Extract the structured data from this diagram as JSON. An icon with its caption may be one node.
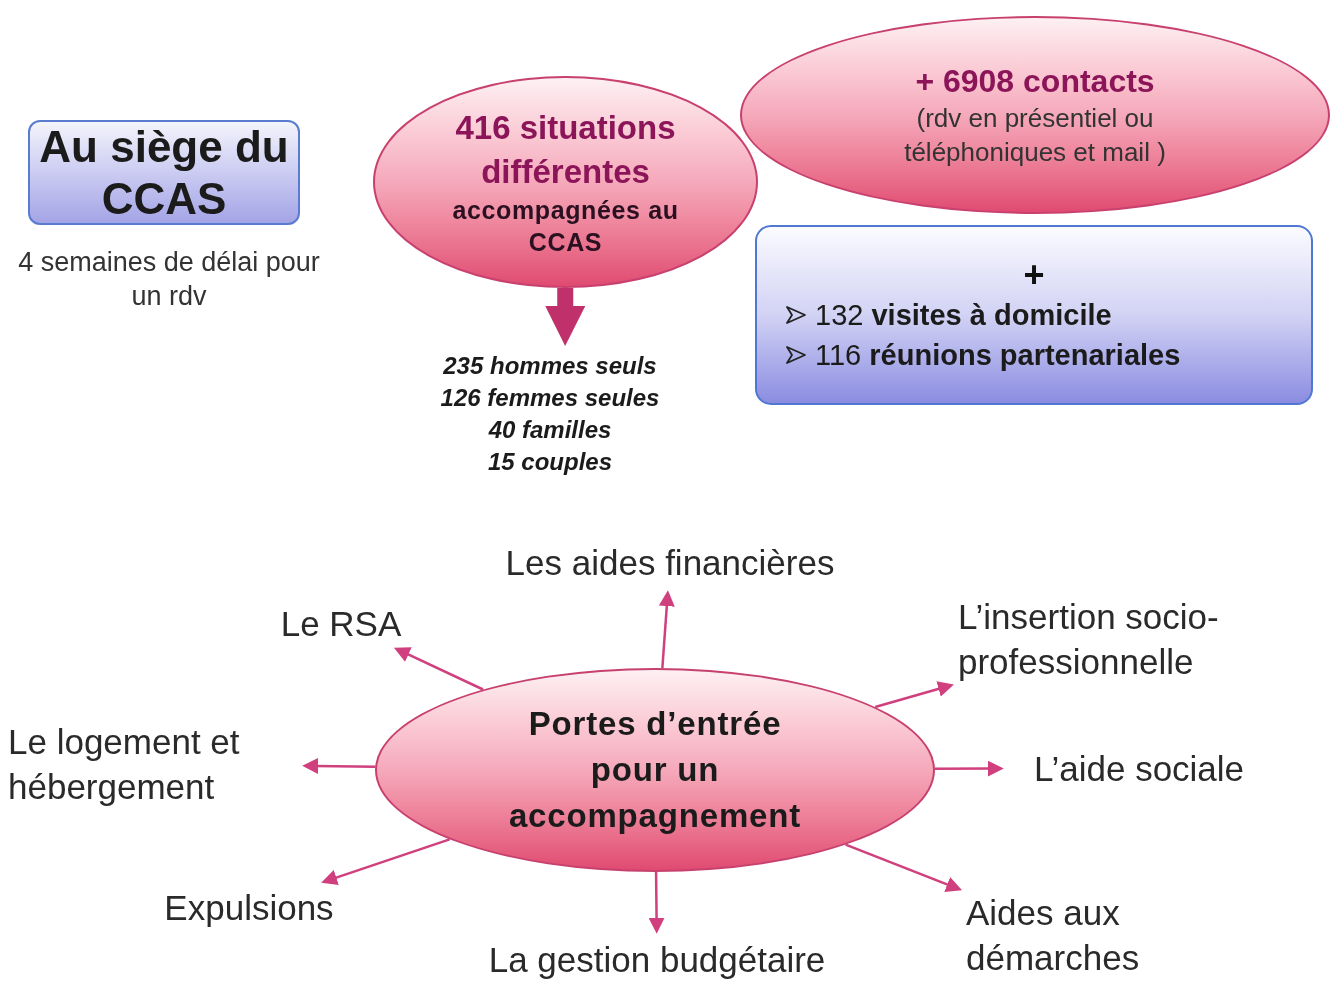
{
  "diagram": {
    "nodes": [
      {
        "text": [
          "Au siège du CCAS"
        ],
        "beside": [
          "4 semaines de délai pour un rdv"
        ]
      },
      {
        "text": [
          "416 situations différentes",
          "accompagnées au CCAS"
        ]
      },
      {
        "text": [
          "235 hommes seuls",
          "126 femmes seules",
          "40 familles",
          "15 couples"
        ]
      },
      {
        "text": [
          "+ 6908 contacts",
          "(rdv en présentiel ou téléphoniques et mail )"
        ]
      },
      {
        "text": [
          "+",
          "132 **visites à domicile**",
          "116 **réunions partenariales**"
        ]
      },
      {
        "text": [
          "Portes d’entrée pour un accompagnement"
        ]
      },
      {
        "text": [
          "Les aides financières"
        ]
      },
      {
        "text": [
          "Le RSA"
        ]
      },
      {
        "text": [
          "L’insertion socio-professionnelle"
        ]
      },
      {
        "text": [
          "Le logement et hébergement"
        ]
      },
      {
        "text": [
          "L’aide sociale"
        ]
      },
      {
        "text": [
          "Expulsions"
        ]
      },
      {
        "text": [
          "Aides aux démarches"
        ]
      },
      {
        "text": [
          "La gestion budgétaire"
        ]
      }
    ],
    "edges": [
      {
        "from": 1,
        "to": 2,
        "arrow": "to",
        "style": "thick",
        "color": "#c0306a"
      },
      {
        "from": 5,
        "to": 6,
        "arrow": "to"
      },
      {
        "from": 5,
        "to": 7,
        "arrow": "to"
      },
      {
        "from": 5,
        "to": 8,
        "arrow": "to"
      },
      {
        "from": 5,
        "to": 9,
        "arrow": "to"
      },
      {
        "from": 5,
        "to": 10,
        "arrow": "to"
      },
      {
        "from": 5,
        "to": 11,
        "arrow": "to"
      },
      {
        "from": 5,
        "to": 12,
        "arrow": "to"
      },
      {
        "from": 5,
        "to": 13,
        "arrow": "to"
      }
    ]
  }
}
